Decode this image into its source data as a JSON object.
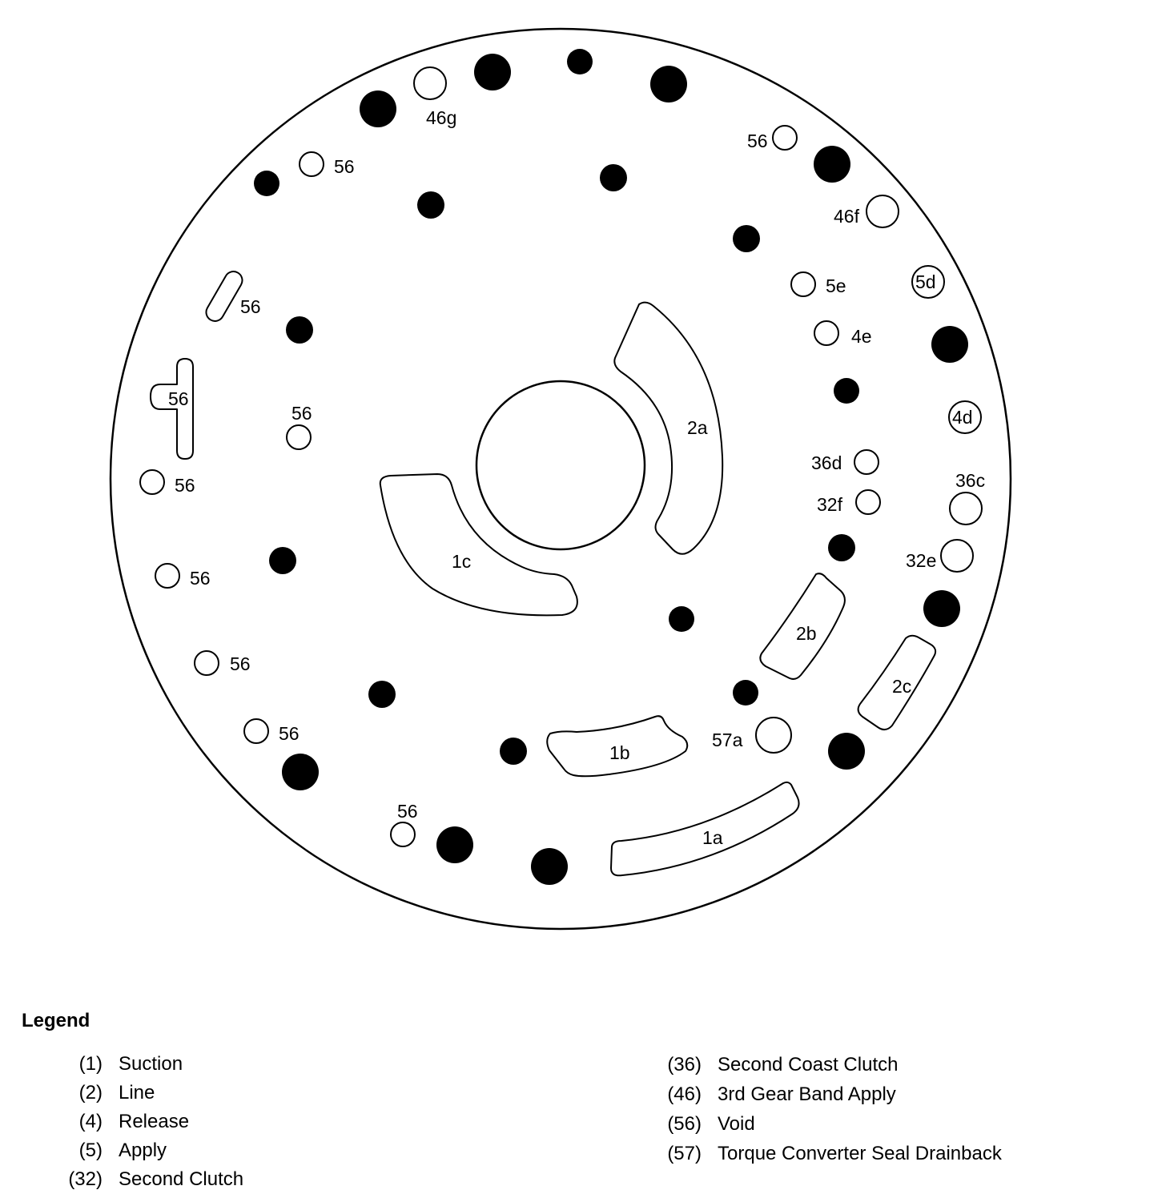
{
  "diagram": {
    "labels": {
      "46g": "46g",
      "56": "56",
      "46f": "46f",
      "5e": "5e",
      "5d": "5d",
      "4e": "4e",
      "2a": "2a",
      "4d": "4d",
      "36d": "36d",
      "36c": "36c",
      "32f": "32f",
      "32e": "32e",
      "1c": "1c",
      "2b": "2b",
      "2c": "2c",
      "1b": "1b",
      "57a": "57a",
      "1a": "1a"
    }
  },
  "legend": {
    "title": "Legend",
    "left": [
      {
        "code": "(1)",
        "label": "Suction"
      },
      {
        "code": "(2)",
        "label": "Line"
      },
      {
        "code": "(4)",
        "label": "Release"
      },
      {
        "code": "(5)",
        "label": "Apply"
      },
      {
        "code": "(32)",
        "label": "Second Clutch"
      }
    ],
    "right": [
      {
        "code": "(36)",
        "label": "Second Coast Clutch"
      },
      {
        "code": "(46)",
        "label": "3rd Gear Band Apply"
      },
      {
        "code": "(56)",
        "label": "Void"
      },
      {
        "code": "(57)",
        "label": "Torque Converter Seal Drainback"
      }
    ]
  }
}
